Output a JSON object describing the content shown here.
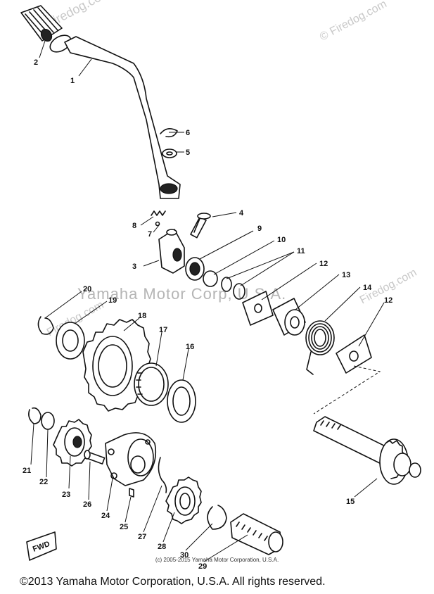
{
  "watermarks": {
    "top": "Firedog.com",
    "top_right": "© Firedog.com",
    "right": "Firedog.com",
    "left": "Firedog.com",
    "middle": "Yamaha Motor Corp, U.S.A."
  },
  "front_marker": "FWD",
  "part_numbers": {
    "p1": "1",
    "p2": "2",
    "p3": "3",
    "p4": "4",
    "p5": "5",
    "p6": "6",
    "p7": "7",
    "p8": "8",
    "p9": "9",
    "p10": "10",
    "p11": "11",
    "p12a": "12",
    "p12b": "12",
    "p13": "13",
    "p14": "14",
    "p15": "15",
    "p16": "16",
    "p17": "17",
    "p18": "18",
    "p19": "19",
    "p20": "20",
    "p21": "21",
    "p22": "22",
    "p23": "23",
    "p24": "24",
    "p25": "25",
    "p26": "26",
    "p27": "27",
    "p28": "28",
    "p29": "29",
    "p30": "30"
  },
  "small_copyright": "(c) 2005-2015 Yamaha Motor Corporation, U.S.A.",
  "footer": "©2013 Yamaha Motor Corporation, U.S.A. All rights reserved."
}
